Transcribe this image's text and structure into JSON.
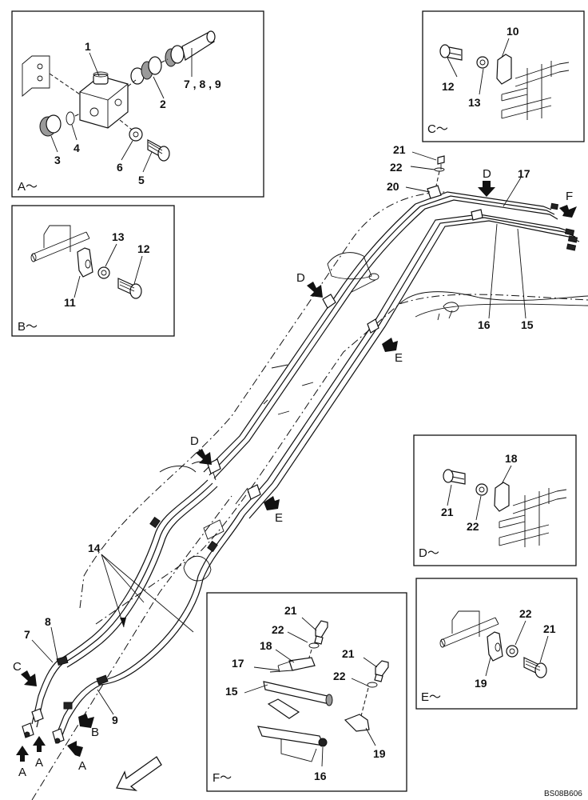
{
  "diagram": {
    "code": "BS08B606",
    "panels": {
      "A": {
        "title": "A～",
        "labels": [
          "1",
          "2",
          "3",
          "4",
          "5",
          "6",
          "7 , 8 , 9"
        ]
      },
      "B": {
        "title": "B～",
        "labels": [
          "13",
          "12",
          "11"
        ]
      },
      "C": {
        "title": "C～",
        "labels": [
          "10",
          "12",
          "13"
        ]
      },
      "D": {
        "title": "D～",
        "labels": [
          "18",
          "21",
          "22"
        ]
      },
      "E": {
        "title": "E～",
        "labels": [
          "22",
          "21",
          "19"
        ]
      },
      "F": {
        "title": "F～",
        "labels": [
          "21",
          "22",
          "18",
          "17",
          "15",
          "21",
          "22",
          "16",
          "19"
        ]
      }
    },
    "main_labels": [
      "21",
      "22",
      "20",
      "17",
      "16",
      "15",
      "14",
      "7",
      "8",
      "9"
    ],
    "arrow_letters": {
      "D1": "D",
      "D2": "D",
      "D3": "D",
      "E1": "E",
      "E2": "E",
      "F": "F",
      "C": "C",
      "A1": "A",
      "A2": "A",
      "A3": "A",
      "B": "B"
    }
  }
}
